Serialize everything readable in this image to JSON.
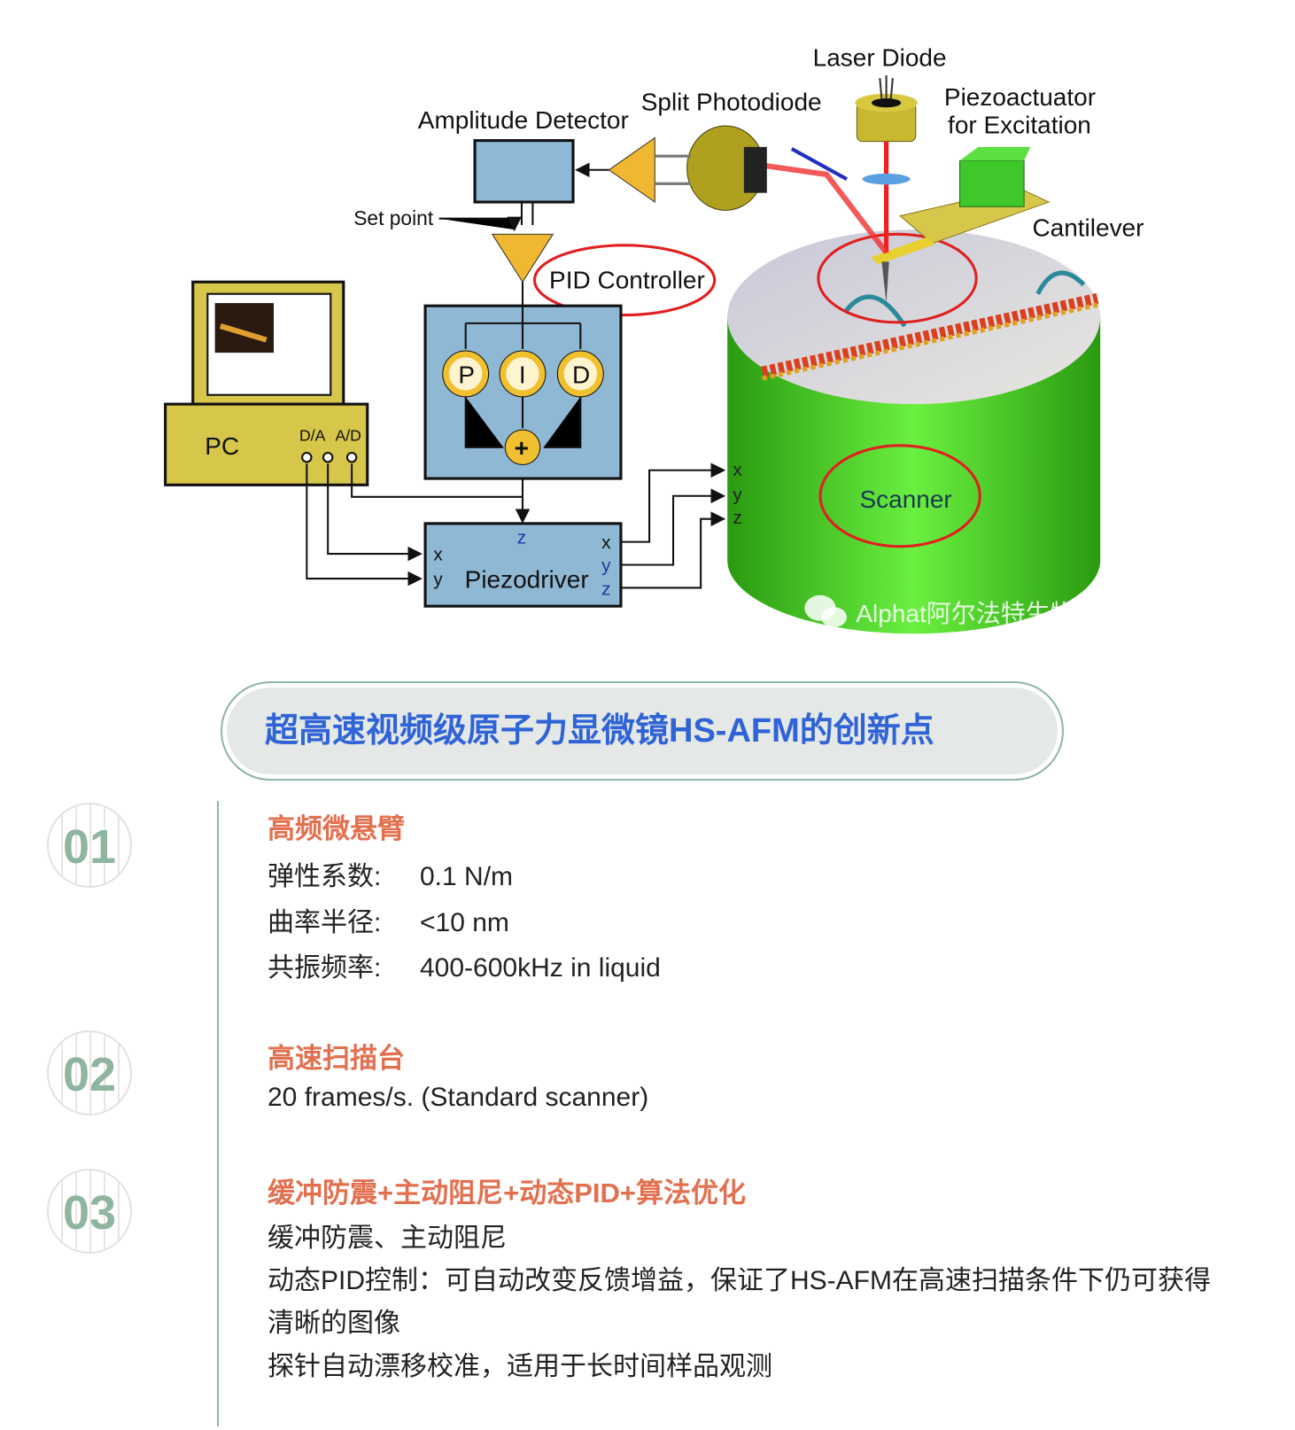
{
  "diagram": {
    "labels": {
      "laser_diode": "Laser Diode",
      "split_photodiode": "Split Photodiode",
      "piezoactuator_line1": "Piezoactuator",
      "piezoactuator_line2": "for Excitation",
      "amplitude_detector": "Amplitude Detector",
      "set_point": "Set point",
      "cantilever": "Cantilever",
      "pid_controller": "PID Controller",
      "p": "P",
      "i": "I",
      "d": "D",
      "plus": "+",
      "pc": "PC",
      "da": "D/A",
      "ad": "A/D",
      "piezodriver": "Piezodriver",
      "x": "x",
      "y": "y",
      "z": "z",
      "scanner": "Scanner",
      "watermark": "Alphat阿尔法特生物科技"
    },
    "colors": {
      "blue_box": "#8fb8d4",
      "yellow": "#d6c64a",
      "green": "#4fd42a",
      "red": "#e02020"
    }
  },
  "title": "超高速视频级原子力显微镜HS-AFM的创新点",
  "sections": [
    {
      "number": "01",
      "heading": "高频微悬臂",
      "specs": [
        {
          "key": "弹性系数:",
          "value": "0.1 N/m"
        },
        {
          "key": "曲率半径:",
          "value": "<10 nm"
        },
        {
          "key": "共振频率:",
          "value": "400-600kHz in liquid"
        }
      ]
    },
    {
      "number": "02",
      "heading": "高速扫描台",
      "lines": [
        "20 frames/s.   (Standard scanner)"
      ]
    },
    {
      "number": "03",
      "heading": "缓冲防震+主动阻尼+动态PID+算法优化",
      "lines": [
        "缓冲防震、主动阻尼",
        "动态PID控制：可自动改变反馈增益，保证了HS-AFM在高速扫描条件下仍可获得",
        "清晰的图像",
        "探针自动漂移校准，适用于长时间样品观测"
      ]
    }
  ]
}
